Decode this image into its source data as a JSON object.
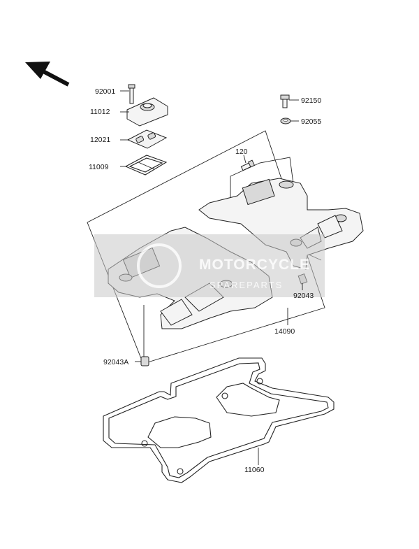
{
  "diagram": {
    "part_labels": {
      "p92001": "92001",
      "p11012": "11012",
      "p12021": "12021",
      "p11009": "11009",
      "p92150": "92150",
      "p92055": "92055",
      "p120": "120",
      "p92043": "92043",
      "p14090": "14090",
      "p92043A": "92043A",
      "p11060": "11060"
    },
    "watermark": {
      "title": "MOTORCYCLE",
      "subtitle": "SPAREPARTS"
    },
    "arrow_icon": "direction-arrow-icon",
    "colors": {
      "line": "#222222",
      "watermark": "#c8c8c8"
    }
  }
}
